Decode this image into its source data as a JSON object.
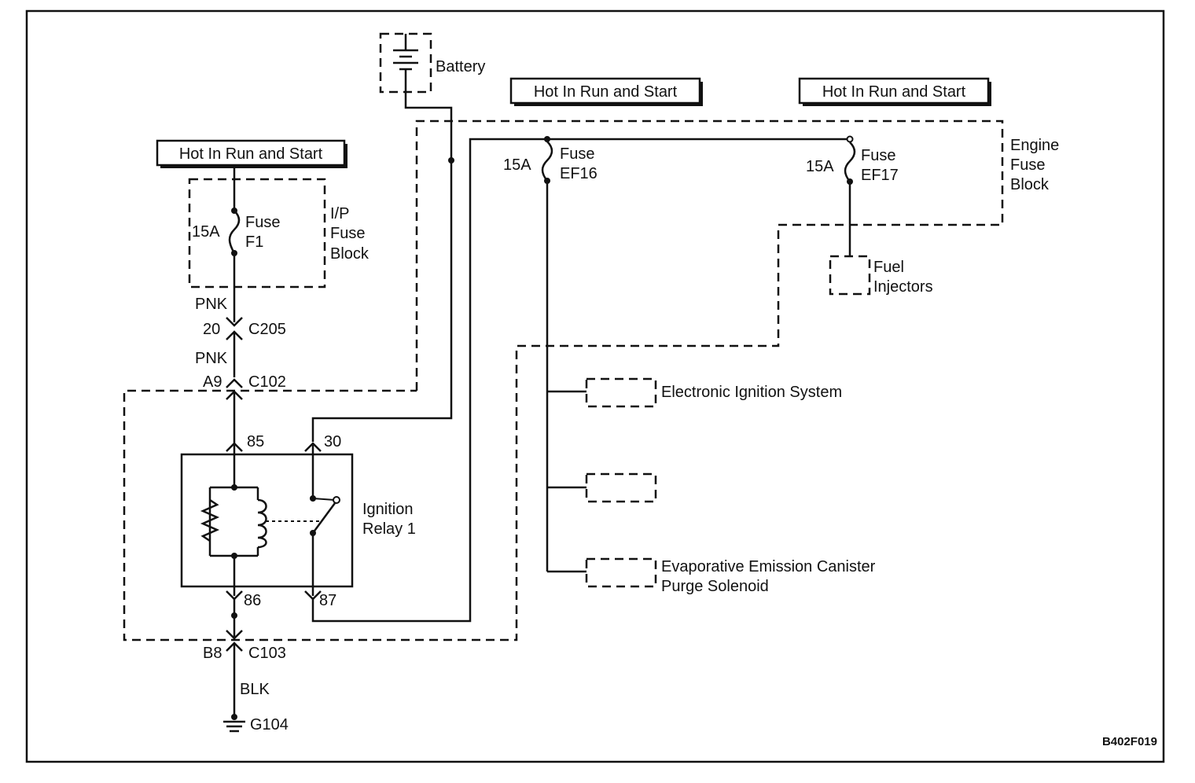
{
  "power_labels": {
    "left": "Hot In Run and Start",
    "middle": "Hot In Run and Start",
    "right": "Hot In Run and Start"
  },
  "battery": {
    "label": "Battery"
  },
  "fuses": {
    "f1": {
      "rating": "15A",
      "word": "Fuse",
      "id": "F1"
    },
    "ef16": {
      "rating": "15A",
      "word": "Fuse",
      "id": "EF16"
    },
    "ef17": {
      "rating": "15A",
      "word": "Fuse",
      "id": "EF17"
    }
  },
  "blocks": {
    "ip_fuse_block": [
      "I/P",
      "Fuse",
      "Block"
    ],
    "engine_fuse_block": [
      "Engine",
      "Fuse",
      "Block"
    ]
  },
  "wires": {
    "pnk_upper": "PNK",
    "pnk_lower": "PNK",
    "blk": "BLK"
  },
  "connectors": {
    "c205": {
      "pin": "20",
      "id": "C205"
    },
    "c102": {
      "pin": "A9",
      "id": "C102"
    },
    "c103": {
      "pin": "B8",
      "id": "C103"
    }
  },
  "relay": {
    "label": [
      "Ignition",
      "Relay 1"
    ],
    "pins": {
      "p85": "85",
      "p30": "30",
      "p86": "86",
      "p87": "87"
    }
  },
  "ground": {
    "id": "G104"
  },
  "loads": {
    "fuel_injectors": [
      "Fuel",
      "Injectors"
    ],
    "electronic_ignition": "Electronic Ignition System",
    "evap": [
      "Evaporative Emission Canister",
      "Purge Solenoid"
    ]
  },
  "figure_code": "B402F019"
}
